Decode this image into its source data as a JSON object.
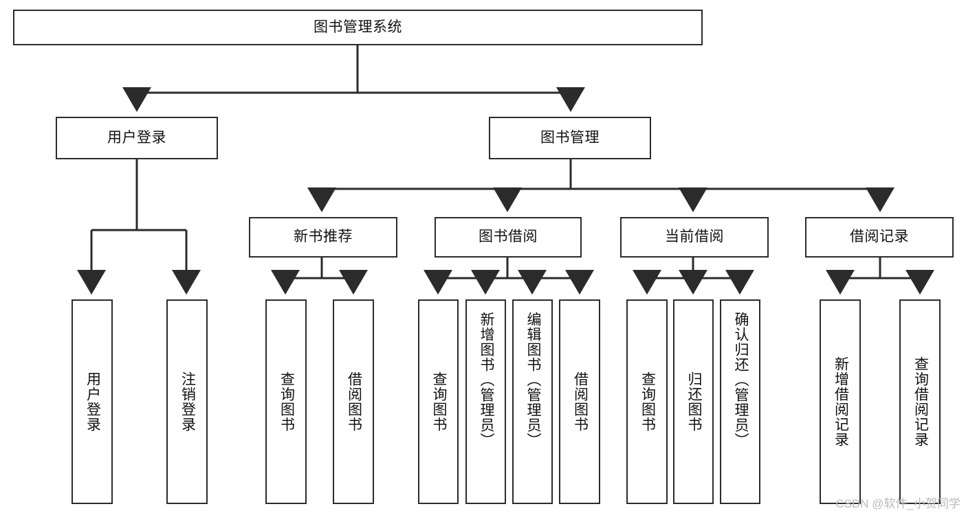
{
  "diagram": {
    "title": "图书管理系统",
    "type": "tree",
    "orientation": "top-down",
    "watermark": "CSDN @软件_小贺同学",
    "colors": {
      "stroke": "#2b2b2b",
      "fill": "#ffffff",
      "text": "#111111",
      "watermark": "#b9b9b9"
    },
    "levels": [
      {
        "level": 1,
        "nodes": [
          "图书管理系统"
        ]
      },
      {
        "level": 2,
        "nodes": [
          "用户登录",
          "图书管理"
        ]
      },
      {
        "level": 3,
        "nodes": [
          "新书推荐",
          "图书借阅",
          "当前借阅",
          "借阅记录"
        ]
      },
      {
        "level": 4,
        "nodes": [
          "用户登录",
          "注销登录",
          "查询图书",
          "借阅图书",
          "查询图书",
          "新增图书（管理员）",
          "编辑图书（管理员）",
          "借阅图书",
          "查询图书",
          "归还图书",
          "确认归还（管理员）",
          "新增借阅记录",
          "查询借阅记录"
        ]
      }
    ],
    "nodes": {
      "root": {
        "label": "图书管理系统"
      },
      "user_login": {
        "label": "用户登录"
      },
      "book_manage": {
        "label": "图书管理"
      },
      "new_book_rec": {
        "label": "新书推荐"
      },
      "book_borrow": {
        "label": "图书借阅"
      },
      "current_borrow": {
        "label": "当前借阅"
      },
      "borrow_record": {
        "label": "借阅记录"
      },
      "leaf_user_login": {
        "label": "用户登录"
      },
      "leaf_logout": {
        "label": "注销登录"
      },
      "leaf_query_book_1": {
        "label": "查询图书"
      },
      "leaf_borrow_book_1": {
        "label": "借阅图书"
      },
      "leaf_query_book_2": {
        "label": "查询图书"
      },
      "leaf_add_book": {
        "label": "新增图书（管理员）"
      },
      "leaf_edit_book": {
        "label": "编辑图书（管理员）"
      },
      "leaf_borrow_book_2": {
        "label": "借阅图书"
      },
      "leaf_query_book_3": {
        "label": "查询图书"
      },
      "leaf_return_book": {
        "label": "归还图书"
      },
      "leaf_confirm_return": {
        "label": "确认归还（管理员）"
      },
      "leaf_add_record": {
        "label": "新增借阅记录"
      },
      "leaf_query_record": {
        "label": "查询借阅记录"
      }
    },
    "edges": [
      {
        "from": "root",
        "to": "user_login"
      },
      {
        "from": "root",
        "to": "book_manage"
      },
      {
        "from": "user_login",
        "to": "leaf_user_login"
      },
      {
        "from": "user_login",
        "to": "leaf_logout"
      },
      {
        "from": "book_manage",
        "to": "new_book_rec"
      },
      {
        "from": "book_manage",
        "to": "book_borrow"
      },
      {
        "from": "book_manage",
        "to": "current_borrow"
      },
      {
        "from": "book_manage",
        "to": "borrow_record"
      },
      {
        "from": "new_book_rec",
        "to": "leaf_query_book_1"
      },
      {
        "from": "new_book_rec",
        "to": "leaf_borrow_book_1"
      },
      {
        "from": "book_borrow",
        "to": "leaf_query_book_2"
      },
      {
        "from": "book_borrow",
        "to": "leaf_add_book"
      },
      {
        "from": "book_borrow",
        "to": "leaf_edit_book"
      },
      {
        "from": "book_borrow",
        "to": "leaf_borrow_book_2"
      },
      {
        "from": "current_borrow",
        "to": "leaf_query_book_3"
      },
      {
        "from": "current_borrow",
        "to": "leaf_return_book"
      },
      {
        "from": "current_borrow",
        "to": "leaf_confirm_return"
      },
      {
        "from": "borrow_record",
        "to": "leaf_add_record"
      },
      {
        "from": "borrow_record",
        "to": "leaf_query_record"
      }
    ]
  }
}
